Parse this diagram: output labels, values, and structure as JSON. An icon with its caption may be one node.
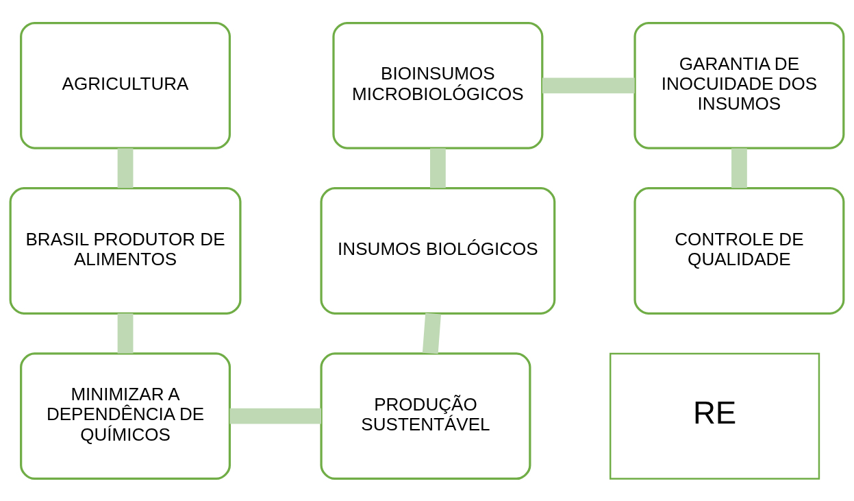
{
  "diagram": {
    "nodes": [
      {
        "text": [
          "AGRICULTURA"
        ]
      },
      {
        "text": [
          "BIOINSUMOS MICROBIOLÓGICOS"
        ]
      },
      {
        "text": [
          "GARANTIA DE INOCUIDADE DOS INSUMOS"
        ]
      },
      {
        "text": [
          "BRASIL PRODUTOR DE ALIMENTOS"
        ]
      },
      {
        "text": [
          "INSUMOS BIOLÓGICOS"
        ]
      },
      {
        "text": [
          "CONTROLE DE QUALIDADE"
        ]
      },
      {
        "text": [
          "MINIMIZAR A DEPENDÊNCIA DE QUÍMICOS"
        ]
      },
      {
        "text": [
          "PRODUÇÃO SUSTENTÁVEL"
        ]
      },
      {
        "text": [
          "RE"
        ]
      }
    ],
    "edges": [
      {
        "from": 0,
        "to": 3,
        "arrow": "none"
      },
      {
        "from": 3,
        "to": 6,
        "arrow": "none"
      },
      {
        "from": 6,
        "to": 7,
        "arrow": "none"
      },
      {
        "from": 7,
        "to": 4,
        "arrow": "none"
      },
      {
        "from": 4,
        "to": 1,
        "arrow": "none"
      },
      {
        "from": 1,
        "to": 2,
        "arrow": "none"
      },
      {
        "from": 2,
        "to": 5,
        "arrow": "none"
      }
    ]
  }
}
